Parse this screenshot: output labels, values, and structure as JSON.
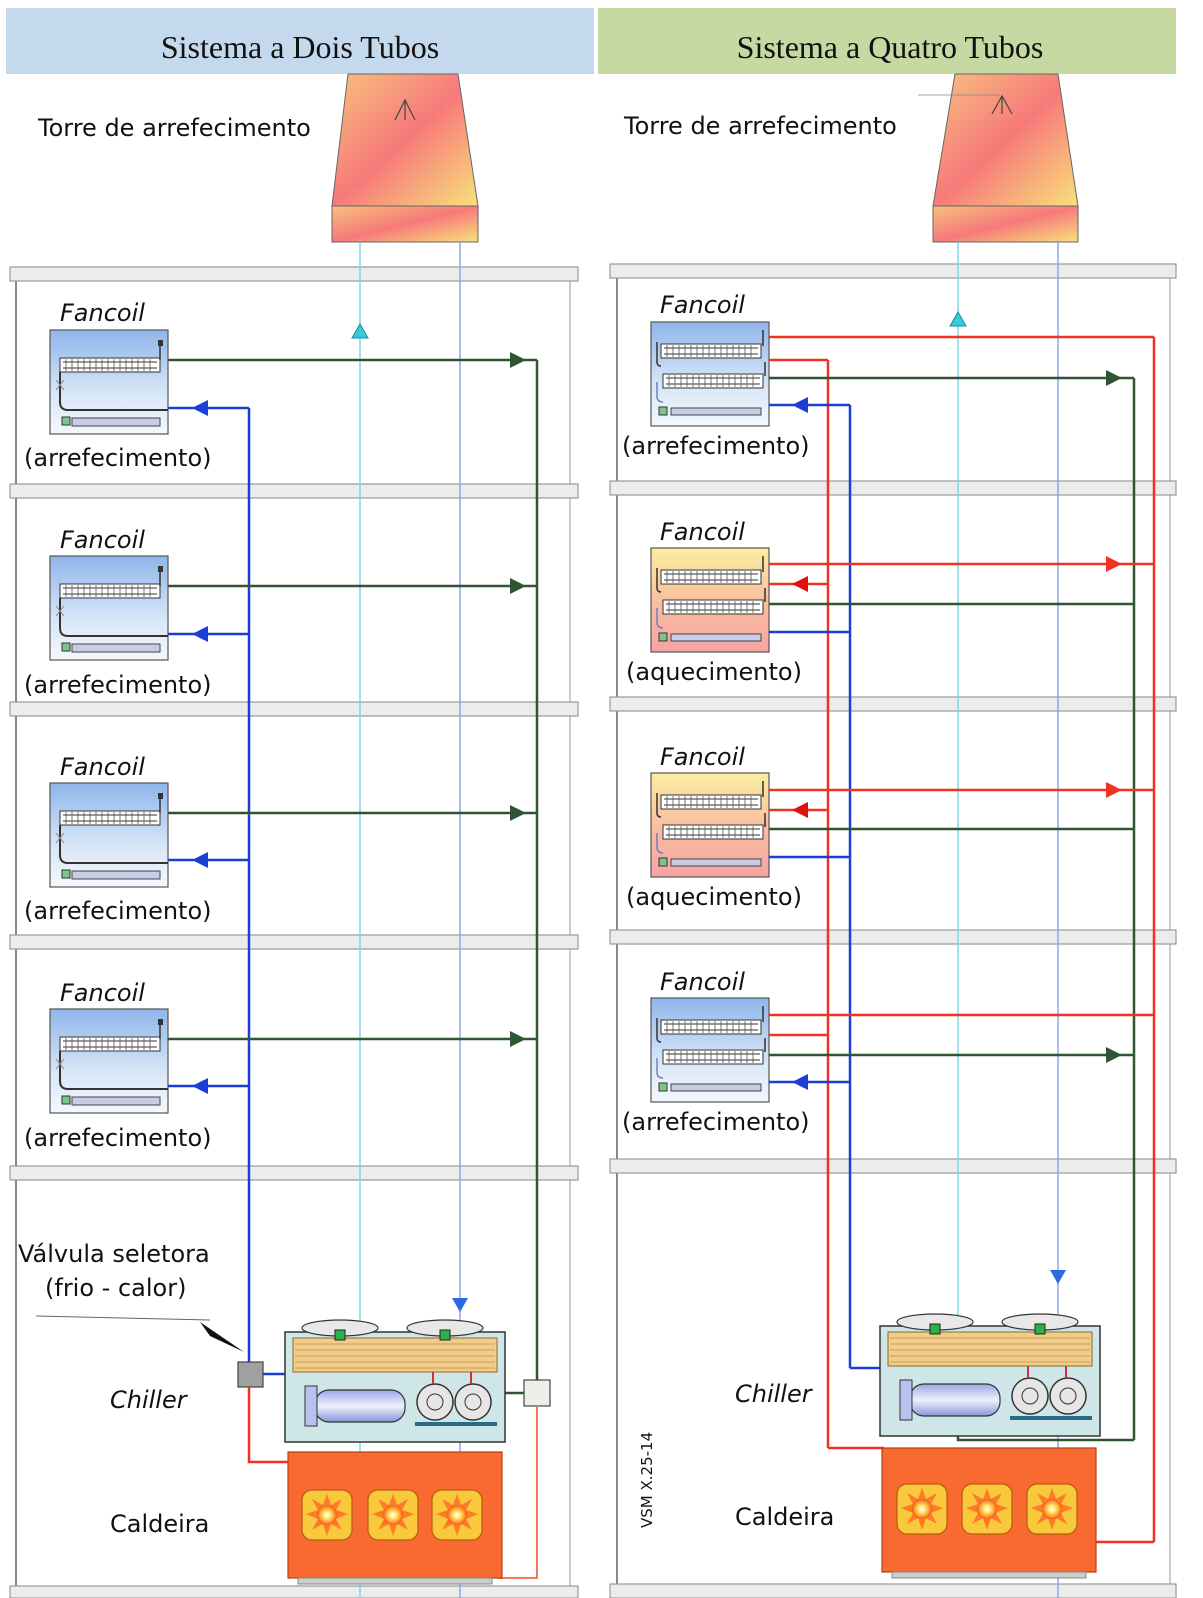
{
  "left_panel": {
    "title": "Sistema a Dois Tubos",
    "tower_label": "Torre de arrefecimento",
    "fancoils": [
      {
        "title": "Fancoil",
        "mode": "(arrefecimento)"
      },
      {
        "title": "Fancoil",
        "mode": "(arrefecimento)"
      },
      {
        "title": "Fancoil",
        "mode": "(arrefecimento)"
      },
      {
        "title": "Fancoil",
        "mode": "(arrefecimento)"
      }
    ],
    "valve_label_line1": "Válvula seletora",
    "valve_label_line2": "(frio - calor)",
    "chiller_label": "Chiller",
    "boiler_label": "Caldeira"
  },
  "right_panel": {
    "title": "Sistema a Quatro Tubos",
    "tower_label": "Torre de arrefecimento",
    "fancoils": [
      {
        "title": "Fancoil",
        "mode": "(arrefecimento)"
      },
      {
        "title": "Fancoil",
        "mode": "(aquecimento)"
      },
      {
        "title": "Fancoil",
        "mode": "(aquecimento)"
      },
      {
        "title": "Fancoil",
        "mode": "(arrefecimento)"
      }
    ],
    "chiller_label": "Chiller",
    "boiler_label": "Caldeira",
    "reference_code": "VSM X.25-14"
  },
  "colors": {
    "left_header_bg": "#c5d9ee",
    "right_header_bg": "#c6d9a3",
    "cold_supply": "#1b3fd6",
    "return_line": "#2f5533",
    "hot_water": "#ee3322",
    "tower_supply": "#7fd8e6",
    "tower_return": "#8ea4ee",
    "boiler": "#f96a30",
    "floor_slab": "#ececec"
  }
}
